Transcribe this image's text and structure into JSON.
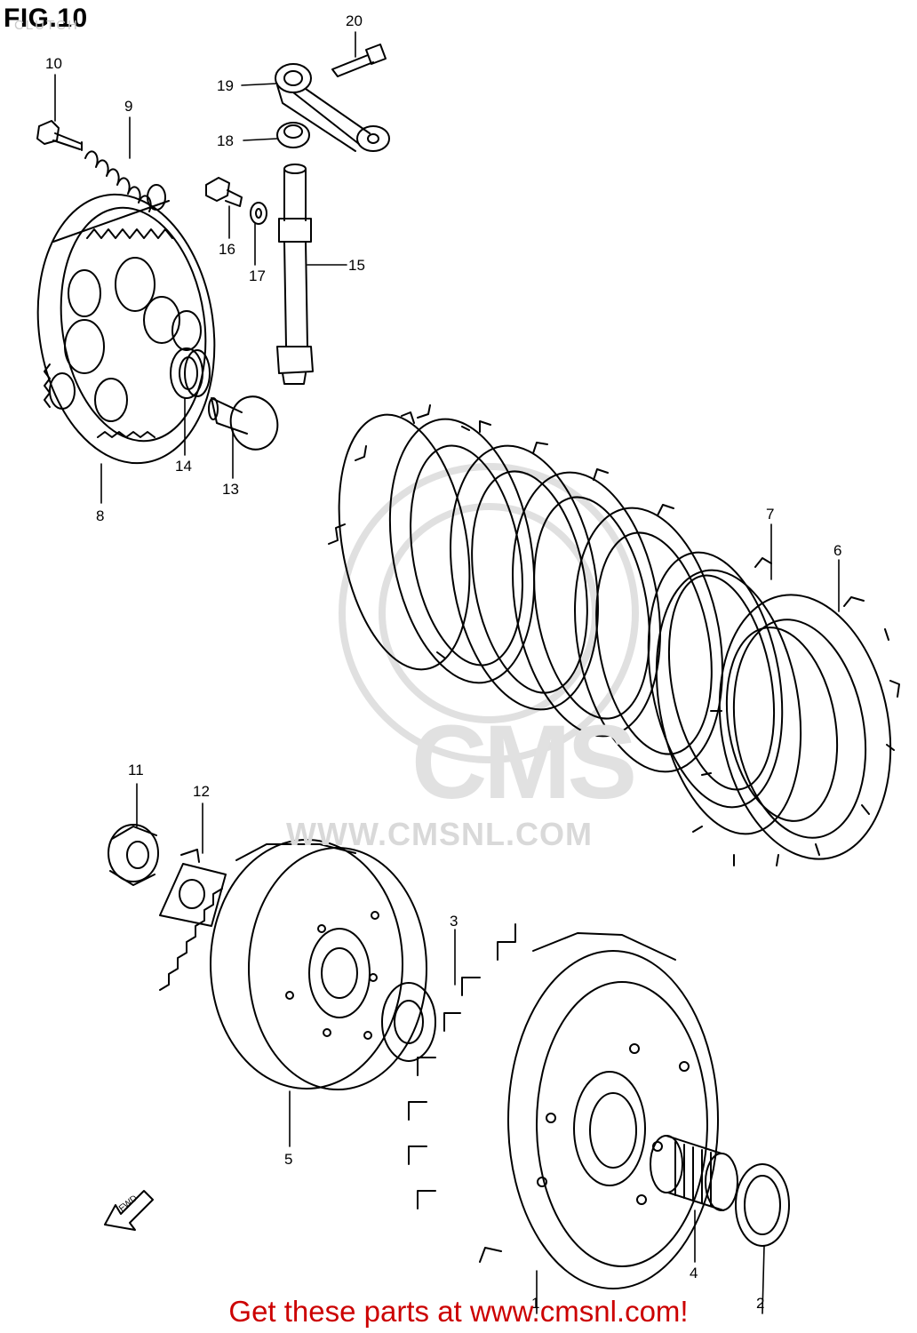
{
  "figure": {
    "title": "FIG.10",
    "subtitle": "CLUTCH"
  },
  "callouts": [
    {
      "id": "c1",
      "label": "1"
    },
    {
      "id": "c2",
      "label": "2"
    },
    {
      "id": "c3",
      "label": "3"
    },
    {
      "id": "c4",
      "label": "4"
    },
    {
      "id": "c5",
      "label": "5"
    },
    {
      "id": "c6",
      "label": "6"
    },
    {
      "id": "c7",
      "label": "7"
    },
    {
      "id": "c8",
      "label": "8"
    },
    {
      "id": "c9",
      "label": "9"
    },
    {
      "id": "c10",
      "label": "10"
    },
    {
      "id": "c11",
      "label": "11"
    },
    {
      "id": "c12",
      "label": "12"
    },
    {
      "id": "c13",
      "label": "13"
    },
    {
      "id": "c14",
      "label": "14"
    },
    {
      "id": "c15",
      "label": "15"
    },
    {
      "id": "c16",
      "label": "16"
    },
    {
      "id": "c17",
      "label": "17"
    },
    {
      "id": "c18",
      "label": "18"
    },
    {
      "id": "c19",
      "label": "19"
    },
    {
      "id": "c20",
      "label": "20"
    }
  ],
  "arrow_label": "FWD",
  "watermark": {
    "logo": "CMS",
    "url": "WWW.CMSNL.COM"
  },
  "footer": {
    "text": "Get these parts at www.cmsnl.com!",
    "color": "#cc0000"
  },
  "colors": {
    "line": "#000000",
    "watermark": "#dddddd",
    "background": "#ffffff"
  }
}
